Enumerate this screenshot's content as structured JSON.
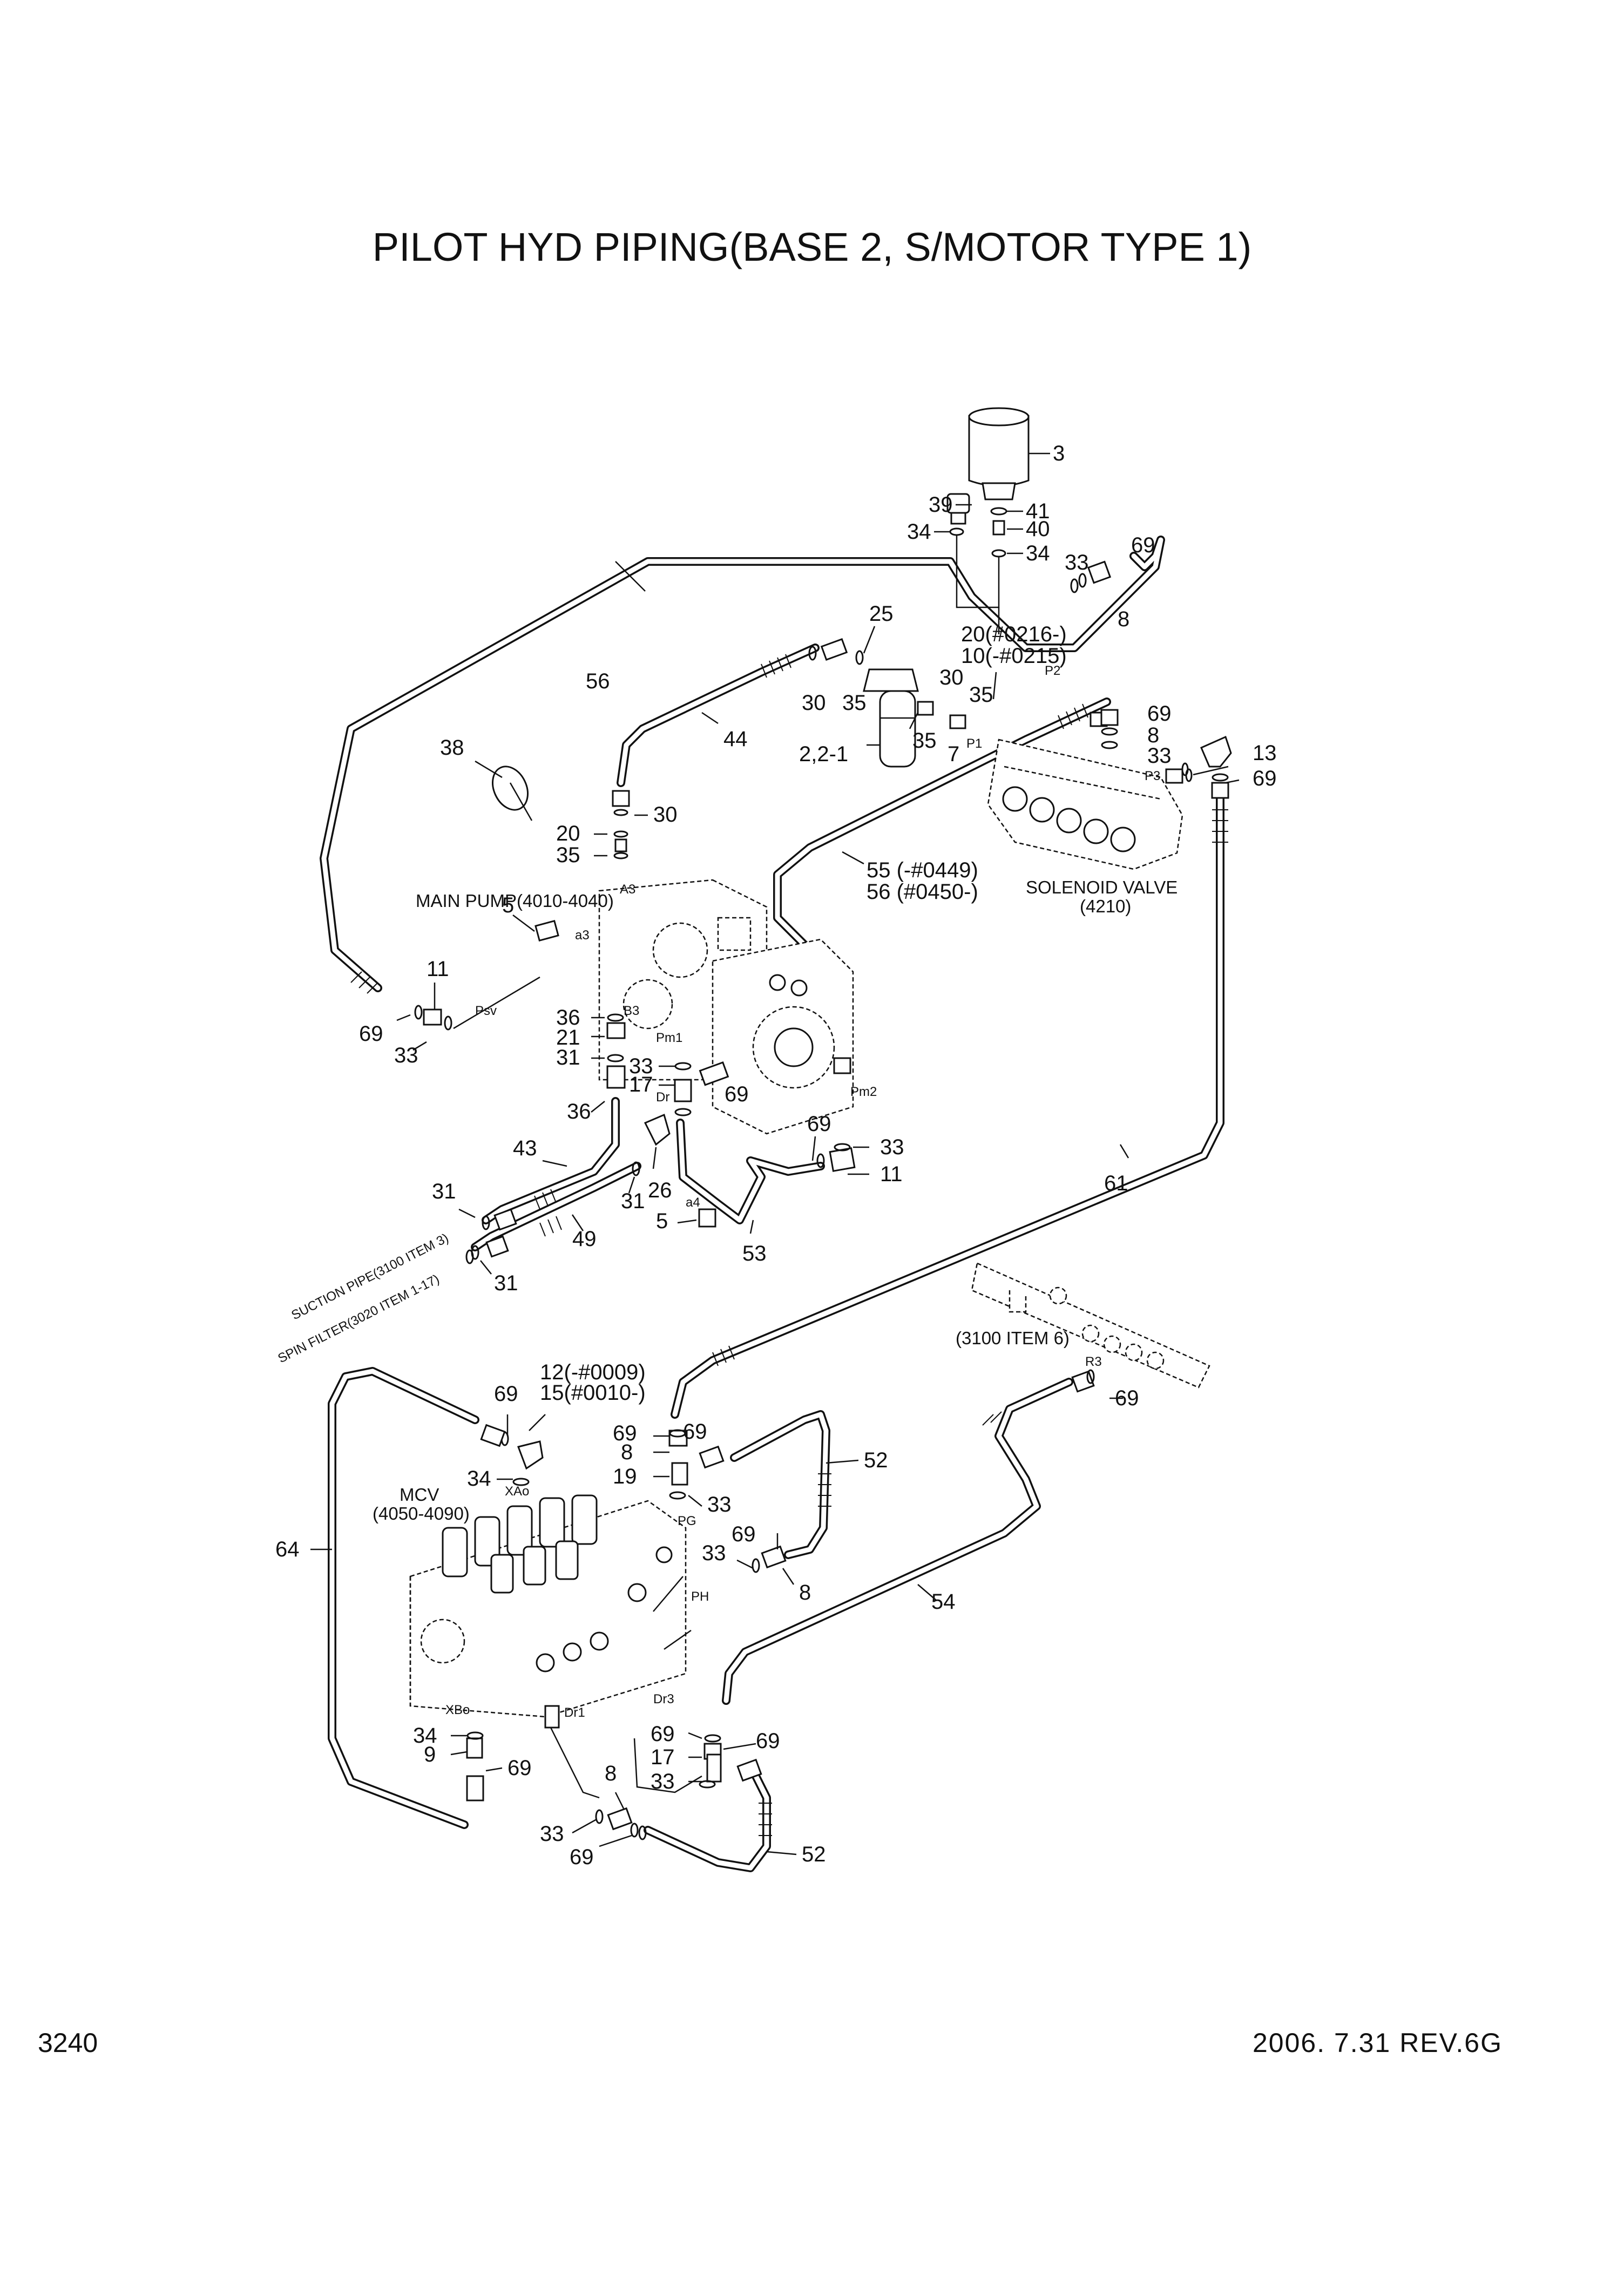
{
  "title": "PILOT HYD PIPING(BASE 2, S/MOTOR TYPE 1)",
  "page_number": "3240",
  "revision": "2006. 7.31 REV.6G",
  "components": {
    "main_pump": "MAIN PUMP(4010-4040)",
    "solenoid_valve": "SOLENOID VALVE",
    "solenoid_valve_ref": "(4210)",
    "mcv": "MCV",
    "mcv_ref": "(4050-4090)",
    "item6_ref": "(3100 ITEM 6)",
    "suction_pipe": "SUCTION PIPE(3100 ITEM 3)",
    "spin_filter": "SPIN FILTER(3020 ITEM 1-17)"
  },
  "ports": {
    "a3_top": "A3",
    "a3": "a3",
    "psv": "Psv",
    "b3": "B3",
    "pm1": "Pm1",
    "dr": "Dr",
    "a4": "a4",
    "pm2": "Pm2",
    "p1": "P1",
    "p2": "P2",
    "p3": "P3",
    "r3": "R3",
    "xao": "XAo",
    "pg": "PG",
    "ph": "PH",
    "dr3": "Dr3",
    "dr1": "Dr1",
    "xbo": "XBo"
  },
  "callouts": {
    "c3": "3",
    "c39": "39",
    "c41": "41",
    "c34a": "34",
    "c40": "40",
    "c34b": "34",
    "c33a": "33",
    "c69a": "69",
    "c8a": "8",
    "c25": "25",
    "c20a": "20(#0216-)",
    "c10": "10(-#0215)",
    "c30a": "30",
    "c35a": "35",
    "c30b": "30",
    "c35b": "35",
    "c35c": "35",
    "c56": "56",
    "c44": "44",
    "c7": "7",
    "c221": "2,2-1",
    "c69b": "69",
    "c8b": "8",
    "c33b": "33",
    "c13": "13",
    "c69c": "69",
    "c38": "38",
    "c30c": "30",
    "c20b": "20",
    "c35d": "35",
    "c55": "55 (-#0449)",
    "c56b": "56 (#0450-)",
    "c5a": "5",
    "c11a": "11",
    "c69d": "69",
    "c33c": "33",
    "c36a": "36",
    "c21": "21",
    "c31a": "31",
    "c33d": "33",
    "c17a": "17",
    "c69e": "69",
    "c36b": "36",
    "c43": "43",
    "c69f": "69",
    "c33e": "33",
    "c11b": "11",
    "c61": "61",
    "c31b": "31",
    "c26": "26",
    "c31c": "31",
    "c5b": "5",
    "c49": "49",
    "c53": "53",
    "c31d": "31",
    "c12": "12(-#0009)",
    "c15": "15(#0010-)",
    "c69g": "69",
    "c69h": "69",
    "c69i": "69",
    "c8c": "8",
    "c34c": "34",
    "c19": "19",
    "c33f": "33",
    "c52a": "52",
    "c69j": "69",
    "c33g": "33",
    "c8d": "8",
    "c64": "64",
    "c54": "54",
    "c69k": "69",
    "c34d": "34",
    "c9": "9",
    "c69l": "69",
    "c17b": "17",
    "c69m": "69",
    "c33h": "33",
    "c69n": "69",
    "c8e": "8",
    "c33i": "33",
    "c69o": "69",
    "c52b": "52"
  }
}
